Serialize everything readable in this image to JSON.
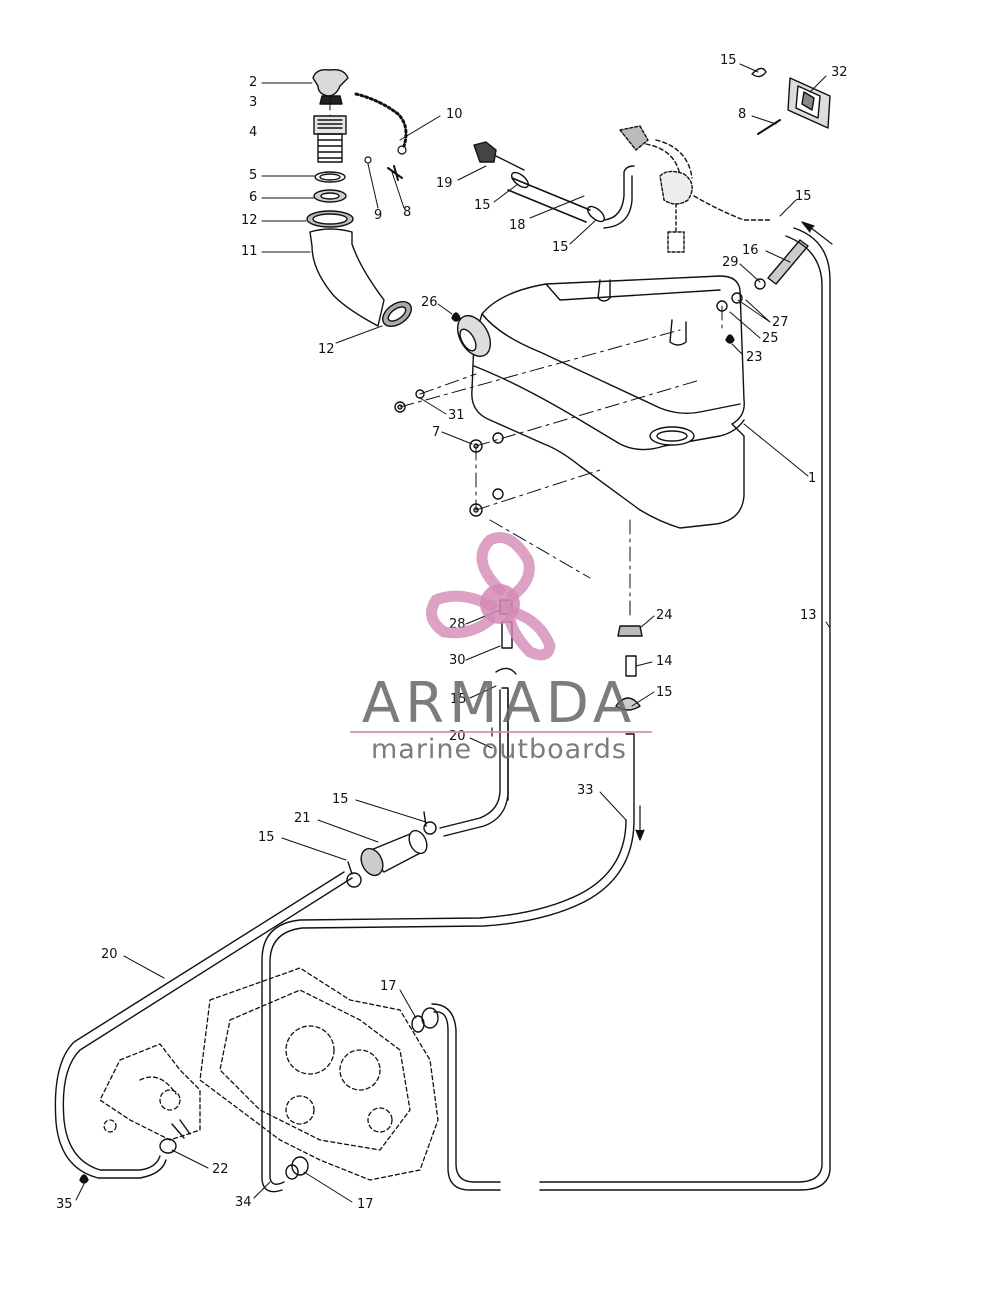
{
  "diagram": {
    "callouts": [
      {
        "id": "c2",
        "text": "2"
      },
      {
        "id": "c3",
        "text": "3"
      },
      {
        "id": "c4",
        "text": "4"
      },
      {
        "id": "c5",
        "text": "5"
      },
      {
        "id": "c6",
        "text": "6"
      },
      {
        "id": "c12a",
        "text": "12"
      },
      {
        "id": "c11",
        "text": "11"
      },
      {
        "id": "c12b",
        "text": "12"
      },
      {
        "id": "c10",
        "text": "10"
      },
      {
        "id": "c9",
        "text": "9"
      },
      {
        "id": "c8a",
        "text": "8"
      },
      {
        "id": "c19",
        "text": "19"
      },
      {
        "id": "c15a",
        "text": "15"
      },
      {
        "id": "c18",
        "text": "18"
      },
      {
        "id": "c15b",
        "text": "15"
      },
      {
        "id": "c15c",
        "text": "15"
      },
      {
        "id": "c32",
        "text": "32"
      },
      {
        "id": "c8b",
        "text": "8"
      },
      {
        "id": "c15d",
        "text": "15"
      },
      {
        "id": "c16",
        "text": "16"
      },
      {
        "id": "c29",
        "text": "29"
      },
      {
        "id": "c27",
        "text": "27"
      },
      {
        "id": "c25",
        "text": "25"
      },
      {
        "id": "c23",
        "text": "23"
      },
      {
        "id": "c26",
        "text": "26"
      },
      {
        "id": "c31",
        "text": "31"
      },
      {
        "id": "c7",
        "text": "7"
      },
      {
        "id": "c1",
        "text": "1"
      },
      {
        "id": "c24",
        "text": "24"
      },
      {
        "id": "c28",
        "text": "28"
      },
      {
        "id": "c30",
        "text": "30"
      },
      {
        "id": "c14",
        "text": "14"
      },
      {
        "id": "c15e",
        "text": "15"
      },
      {
        "id": "c15f",
        "text": "15"
      },
      {
        "id": "c13",
        "text": "13"
      },
      {
        "id": "c20a",
        "text": "20"
      },
      {
        "id": "c33",
        "text": "33"
      },
      {
        "id": "c15g",
        "text": "15"
      },
      {
        "id": "c21",
        "text": "21"
      },
      {
        "id": "c15h",
        "text": "15"
      },
      {
        "id": "c20b",
        "text": "20"
      },
      {
        "id": "c17a",
        "text": "17"
      },
      {
        "id": "c22",
        "text": "22"
      },
      {
        "id": "c35",
        "text": "35"
      },
      {
        "id": "c34",
        "text": "34"
      },
      {
        "id": "c17b",
        "text": "17"
      }
    ]
  },
  "watermark": {
    "brand": "ARMADA",
    "tagline": "marine outboards",
    "colors": {
      "logo_pink": "#d58ab6",
      "text_gray": "#666666"
    },
    "icon": "propeller-icon"
  },
  "colors": {
    "ink": "#111111",
    "background": "#ffffff"
  }
}
